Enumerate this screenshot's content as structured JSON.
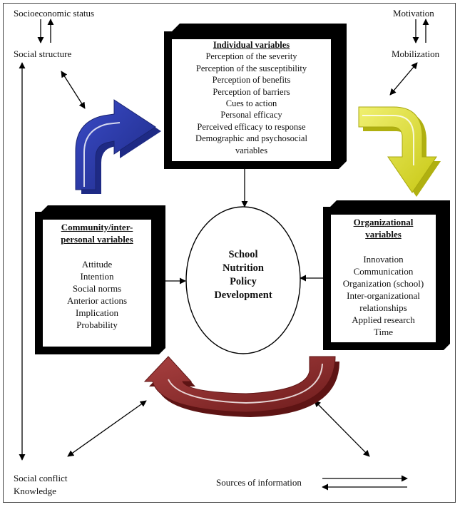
{
  "corners": {
    "top_left_1": "Socioeconomic status",
    "top_left_2": "Social structure",
    "top_right_1": "Motivation",
    "top_right_2": "Mobilization",
    "bottom_left_1": "Social conflict",
    "bottom_left_2": "Knowledge",
    "bottom_right": "Sources of information"
  },
  "individual": {
    "title": "Individual variables",
    "items": [
      "Perception of the severity",
      "Perception of the susceptibility",
      "Perception of benefits",
      "Perception of barriers",
      "Cues to action",
      "Personal efficacy",
      "Perceived efficacy to response",
      "Demographic and psychosocial",
      "variables"
    ]
  },
  "community": {
    "title_1": "Community/inter-",
    "title_2": "personal variables",
    "items": [
      "Attitude",
      "Intention",
      "Social norms",
      "Anterior actions",
      "Implication",
      "Probability"
    ]
  },
  "organizational": {
    "title_1": "Organizational",
    "title_2": "variables",
    "items": [
      "Innovation",
      "Communication",
      "Organization (school)",
      "Inter-organizational",
      "relationships",
      "Applied research",
      "Time"
    ]
  },
  "center": {
    "lines": [
      "School",
      "Nutrition",
      "Policy",
      "Development"
    ]
  },
  "colors": {
    "blue_arrow": "#2b3aa8",
    "yellow_arrow": "#dede1e",
    "red_arrow": "#8e2a2a"
  }
}
